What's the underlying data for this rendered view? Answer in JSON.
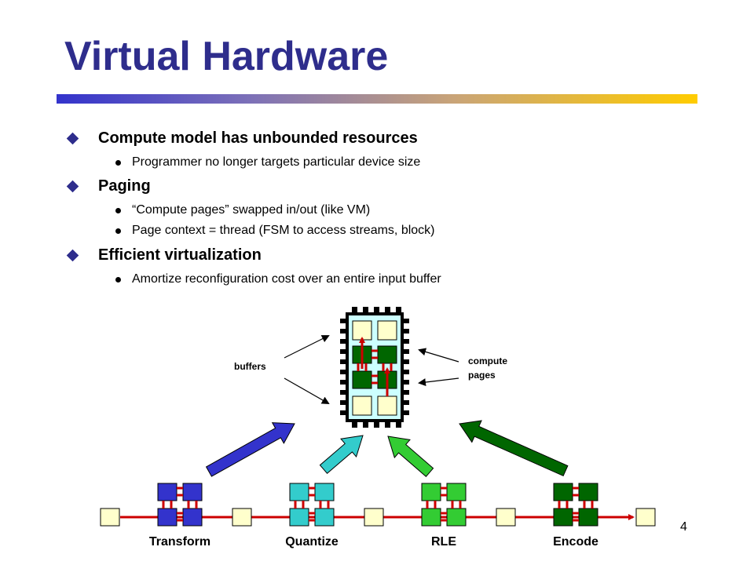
{
  "slide": {
    "title": "Virtual Hardware",
    "page_number": "4"
  },
  "bullets": [
    {
      "text": "Compute model has unbounded resources",
      "sub": [
        "Programmer no longer targets particular device size"
      ]
    },
    {
      "text": "Paging",
      "sub": [
        "“Compute pages” swapped in/out  (like VM)",
        "Page context = thread  (FSM to access streams, block)"
      ]
    },
    {
      "text": "Efficient virtualization",
      "sub": [
        "Amortize reconfiguration cost over an entire input buffer"
      ]
    }
  ],
  "diagram": {
    "labels": {
      "buffers": "buffers",
      "compute": "compute",
      "pages": "pages"
    },
    "stages": [
      "Transform",
      "Quantize",
      "RLE",
      "Encode"
    ],
    "colors": {
      "buffer_fill": "#ffffcc",
      "chip_fill": "#ccffff",
      "stream_red": "#cc0000",
      "transform": "#3333cc",
      "quantize": "#33cccc",
      "rle": "#33cc33",
      "encode": "#006600",
      "page_dark": "#006600"
    }
  }
}
